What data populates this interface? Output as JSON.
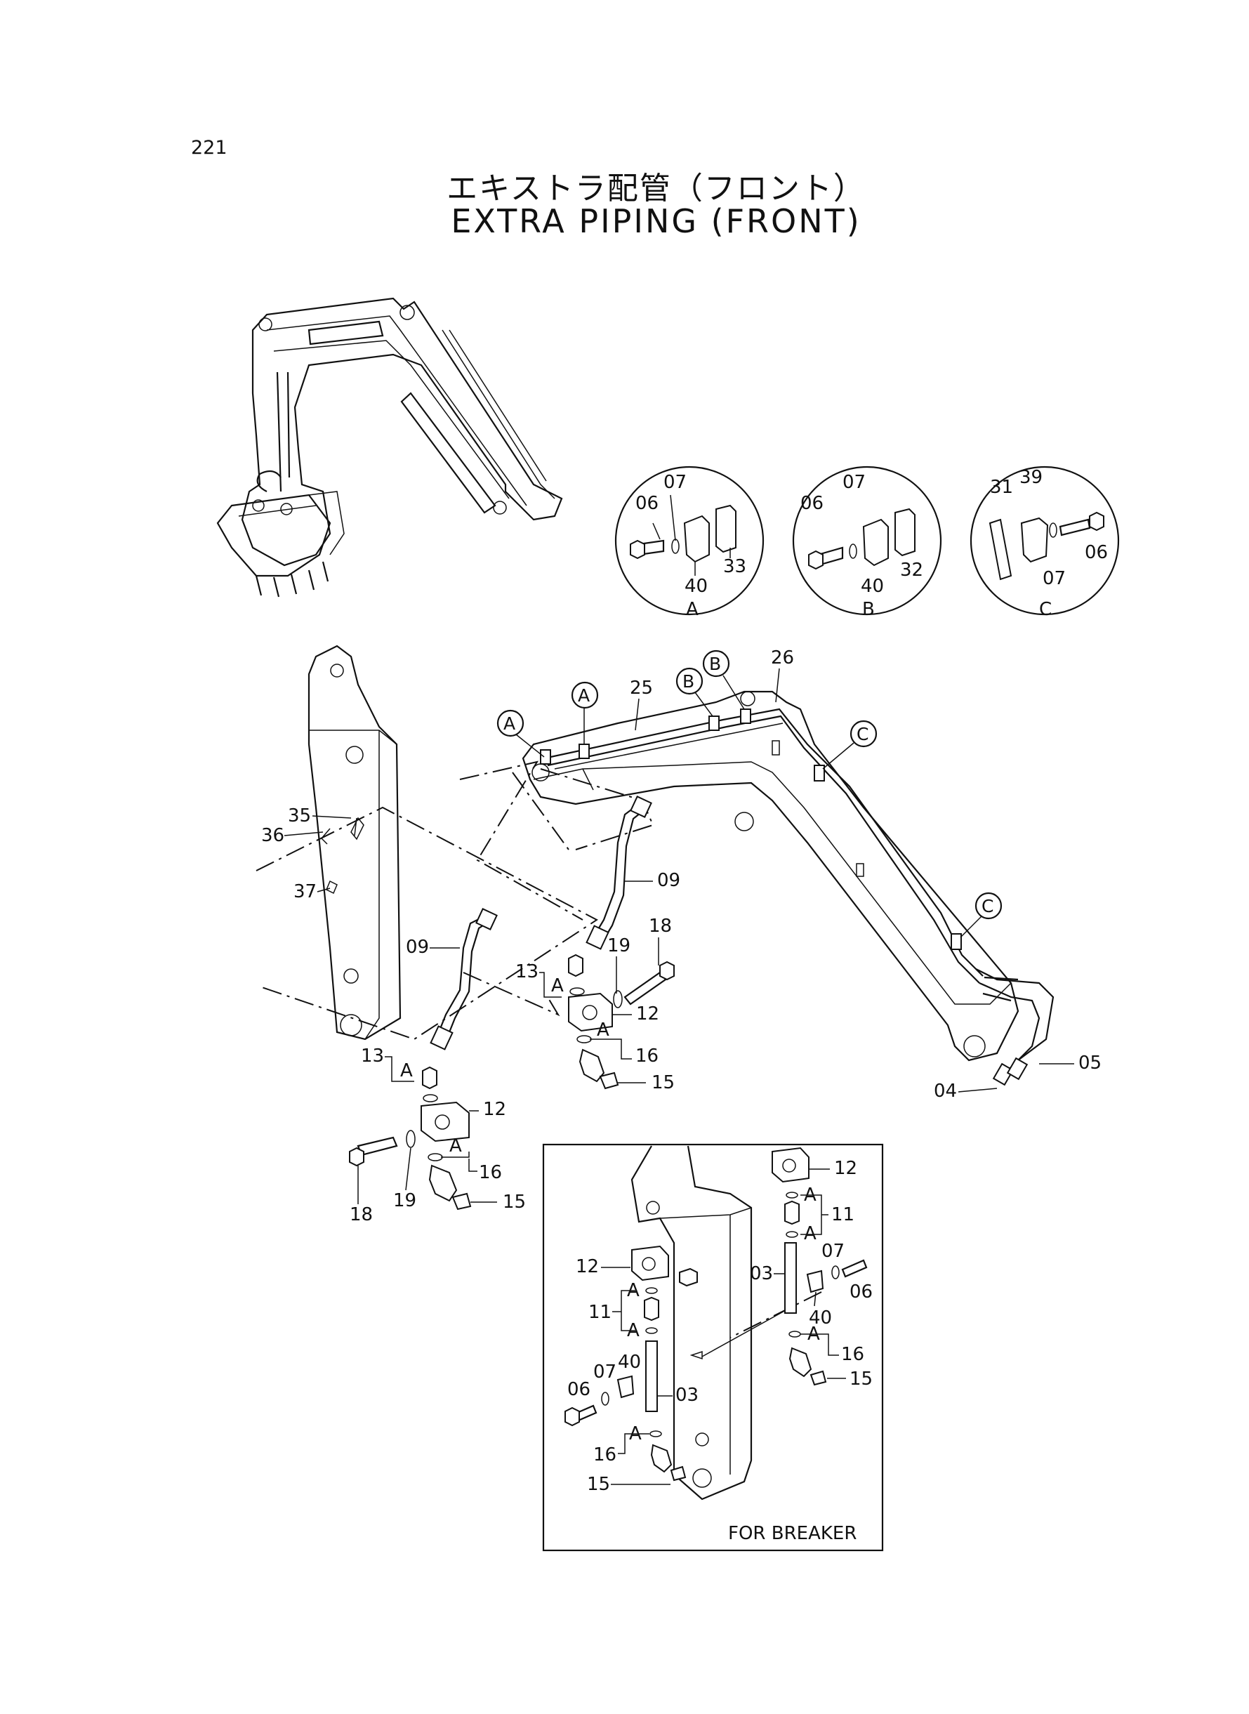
{
  "page": {
    "number": "221",
    "title_jp": "エキストラ配管（フロント）",
    "title_en": "EXTRA PIPING (FRONT)"
  },
  "details": [
    {
      "letter": "A",
      "parts": [
        "06",
        "07",
        "40",
        "33"
      ]
    },
    {
      "letter": "B",
      "parts": [
        "06",
        "07",
        "40",
        "32"
      ]
    },
    {
      "letter": "C",
      "parts": [
        "31",
        "39",
        "07",
        "06"
      ]
    }
  ],
  "callouts": {
    "A": "A",
    "B": "B",
    "C": "C"
  },
  "labels": {
    "p03": "03",
    "p04": "04",
    "p05": "05",
    "p06": "06",
    "p07": "07",
    "p09": "09",
    "p11": "11",
    "p12": "12",
    "p13": "13",
    "p15": "15",
    "p16": "16",
    "p18": "18",
    "p19": "19",
    "p25": "25",
    "p26": "26",
    "p35": "35",
    "p36": "36",
    "p37": "37",
    "p40": "40"
  },
  "inset": {
    "caption": "FOR BREAKER"
  }
}
